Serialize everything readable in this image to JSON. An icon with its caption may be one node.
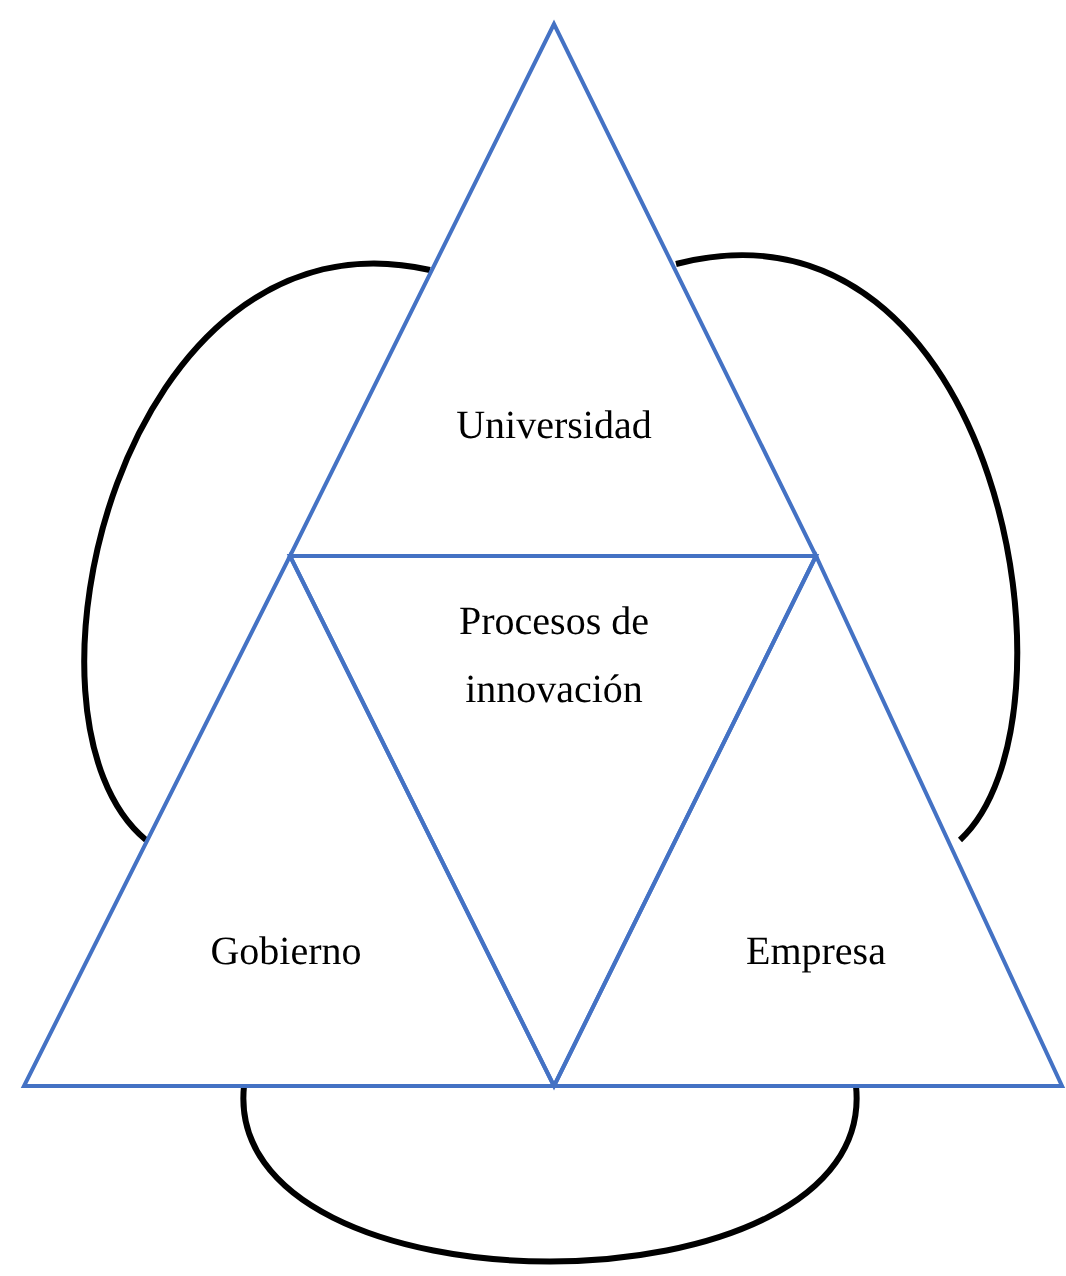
{
  "diagram": {
    "nodes": [
      {
        "text": [
          "Universidad"
        ]
      },
      {
        "text": [
          "Procesos de innovación"
        ]
      },
      {
        "text": [
          "Gobierno"
        ]
      },
      {
        "text": [
          "Empresa"
        ]
      }
    ],
    "edges": [
      {
        "from": 0,
        "to": 2,
        "arrow": "none"
      },
      {
        "from": 0,
        "to": 3,
        "arrow": "none"
      },
      {
        "from": 2,
        "to": 3,
        "arrow": "none"
      }
    ]
  }
}
